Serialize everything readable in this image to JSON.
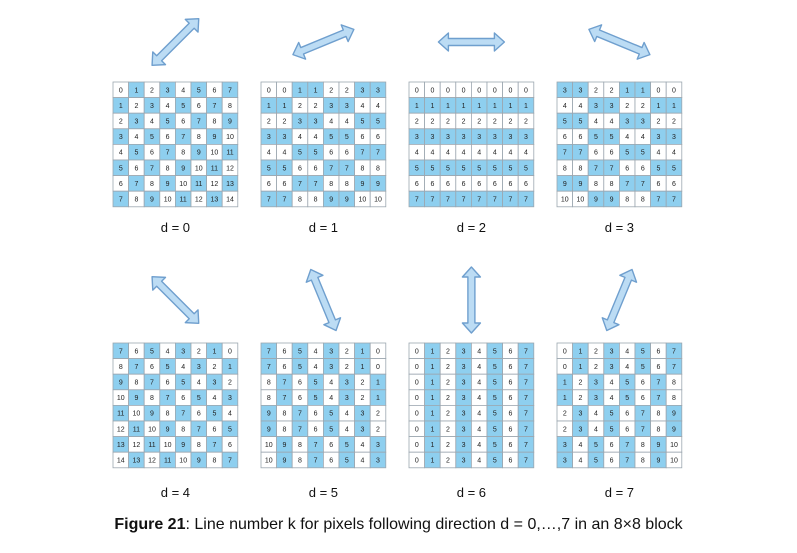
{
  "colors": {
    "blue": "#8ecfef",
    "white": "#ffffff",
    "grid": "#9ca7b0",
    "arrow_fill": "#bcdcf4",
    "arrow_stroke": "#6f9fce"
  },
  "caption": {
    "label": "Figure 21",
    "text": ": Line number k for pixels following direction d = 0,…,7 in an 8×8 block"
  },
  "blocks": [
    {
      "label": "d = 0",
      "arrow": "diag-up-right",
      "rows": [
        [
          0,
          1,
          2,
          3,
          4,
          5,
          6,
          7
        ],
        [
          1,
          2,
          3,
          4,
          5,
          6,
          7,
          8
        ],
        [
          2,
          3,
          4,
          5,
          6,
          7,
          8,
          9
        ],
        [
          3,
          4,
          5,
          6,
          7,
          8,
          9,
          10
        ],
        [
          4,
          5,
          6,
          7,
          8,
          9,
          10,
          11
        ],
        [
          5,
          6,
          7,
          8,
          9,
          10,
          11,
          12
        ],
        [
          6,
          7,
          8,
          9,
          10,
          11,
          12,
          13
        ],
        [
          7,
          8,
          9,
          10,
          11,
          12,
          13,
          14
        ]
      ]
    },
    {
      "label": "d = 1",
      "arrow": "shallow-up-right",
      "rows": [
        [
          0,
          0,
          1,
          1,
          2,
          2,
          3,
          3
        ],
        [
          1,
          1,
          2,
          2,
          3,
          3,
          4,
          4
        ],
        [
          2,
          2,
          3,
          3,
          4,
          4,
          5,
          5
        ],
        [
          3,
          3,
          4,
          4,
          5,
          5,
          6,
          6
        ],
        [
          4,
          4,
          5,
          5,
          6,
          6,
          7,
          7
        ],
        [
          5,
          5,
          6,
          6,
          7,
          7,
          8,
          8
        ],
        [
          6,
          6,
          7,
          7,
          8,
          8,
          9,
          9
        ],
        [
          7,
          7,
          8,
          8,
          9,
          9,
          10,
          10
        ]
      ]
    },
    {
      "label": "d = 2",
      "arrow": "horizontal",
      "rows": [
        [
          0,
          0,
          0,
          0,
          0,
          0,
          0,
          0
        ],
        [
          1,
          1,
          1,
          1,
          1,
          1,
          1,
          1
        ],
        [
          2,
          2,
          2,
          2,
          2,
          2,
          2,
          2
        ],
        [
          3,
          3,
          3,
          3,
          3,
          3,
          3,
          3
        ],
        [
          4,
          4,
          4,
          4,
          4,
          4,
          4,
          4
        ],
        [
          5,
          5,
          5,
          5,
          5,
          5,
          5,
          5
        ],
        [
          6,
          6,
          6,
          6,
          6,
          6,
          6,
          6
        ],
        [
          7,
          7,
          7,
          7,
          7,
          7,
          7,
          7
        ]
      ]
    },
    {
      "label": "d = 3",
      "arrow": "shallow-down-right",
      "rows": [
        [
          3,
          3,
          2,
          2,
          1,
          1,
          0,
          0
        ],
        [
          4,
          4,
          3,
          3,
          2,
          2,
          1,
          1
        ],
        [
          5,
          5,
          4,
          4,
          3,
          3,
          2,
          2
        ],
        [
          6,
          6,
          5,
          5,
          4,
          4,
          3,
          3
        ],
        [
          7,
          7,
          6,
          6,
          5,
          5,
          4,
          4
        ],
        [
          8,
          8,
          7,
          7,
          6,
          6,
          5,
          5
        ],
        [
          9,
          9,
          8,
          8,
          7,
          7,
          6,
          6
        ],
        [
          10,
          10,
          9,
          9,
          8,
          8,
          7,
          7
        ]
      ]
    },
    {
      "label": "d = 4",
      "arrow": "diag-down-right",
      "rows": [
        [
          7,
          6,
          5,
          4,
          3,
          2,
          1,
          0
        ],
        [
          8,
          7,
          6,
          5,
          4,
          3,
          2,
          1
        ],
        [
          9,
          8,
          7,
          6,
          5,
          4,
          3,
          2
        ],
        [
          10,
          9,
          8,
          7,
          6,
          5,
          4,
          3
        ],
        [
          11,
          10,
          9,
          8,
          7,
          6,
          5,
          4
        ],
        [
          12,
          11,
          10,
          9,
          8,
          7,
          6,
          5
        ],
        [
          13,
          12,
          11,
          10,
          9,
          8,
          7,
          6
        ],
        [
          14,
          13,
          12,
          11,
          10,
          9,
          8,
          7
        ]
      ]
    },
    {
      "label": "d = 5",
      "arrow": "steep-down-right",
      "rows": [
        [
          7,
          6,
          5,
          4,
          3,
          2,
          1,
          0
        ],
        [
          7,
          6,
          5,
          4,
          3,
          2,
          1,
          0
        ],
        [
          8,
          7,
          6,
          5,
          4,
          3,
          2,
          1
        ],
        [
          8,
          7,
          6,
          5,
          4,
          3,
          2,
          1
        ],
        [
          9,
          8,
          7,
          6,
          5,
          4,
          3,
          2
        ],
        [
          9,
          8,
          7,
          6,
          5,
          4,
          3,
          2
        ],
        [
          10,
          9,
          8,
          7,
          6,
          5,
          4,
          3
        ],
        [
          10,
          9,
          8,
          7,
          6,
          5,
          4,
          3
        ]
      ]
    },
    {
      "label": "d = 6",
      "arrow": "vertical",
      "rows": [
        [
          0,
          1,
          2,
          3,
          4,
          5,
          6,
          7
        ],
        [
          0,
          1,
          2,
          3,
          4,
          5,
          6,
          7
        ],
        [
          0,
          1,
          2,
          3,
          4,
          5,
          6,
          7
        ],
        [
          0,
          1,
          2,
          3,
          4,
          5,
          6,
          7
        ],
        [
          0,
          1,
          2,
          3,
          4,
          5,
          6,
          7
        ],
        [
          0,
          1,
          2,
          3,
          4,
          5,
          6,
          7
        ],
        [
          0,
          1,
          2,
          3,
          4,
          5,
          6,
          7
        ],
        [
          0,
          1,
          2,
          3,
          4,
          5,
          6,
          7
        ]
      ]
    },
    {
      "label": "d = 7",
      "arrow": "steep-up-right",
      "rows": [
        [
          0,
          1,
          2,
          3,
          4,
          5,
          6,
          7
        ],
        [
          0,
          1,
          2,
          3,
          4,
          5,
          6,
          7
        ],
        [
          1,
          2,
          3,
          4,
          5,
          6,
          7,
          8
        ],
        [
          1,
          2,
          3,
          4,
          5,
          6,
          7,
          8
        ],
        [
          2,
          3,
          4,
          5,
          6,
          7,
          8,
          9
        ],
        [
          2,
          3,
          4,
          5,
          6,
          7,
          8,
          9
        ],
        [
          3,
          4,
          5,
          6,
          7,
          8,
          9,
          10
        ],
        [
          3,
          4,
          5,
          6,
          7,
          8,
          9,
          10
        ]
      ]
    }
  ]
}
